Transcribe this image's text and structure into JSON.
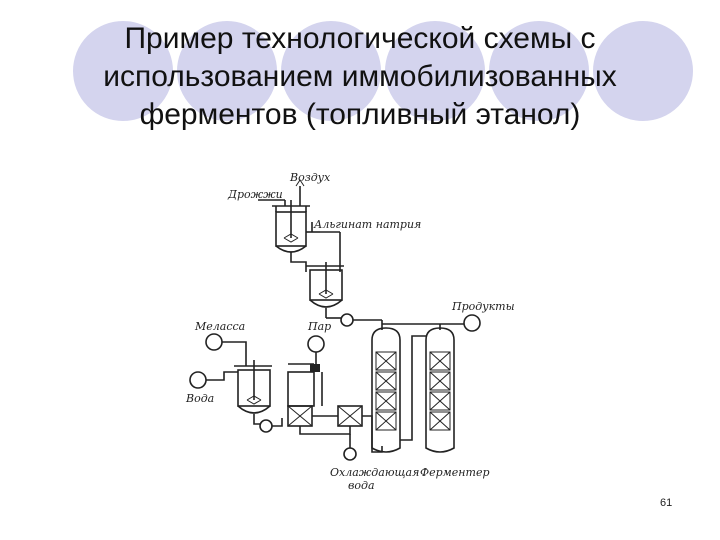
{
  "title": {
    "line1": "Пример технологической схемы с",
    "line2": "использованием иммобилизованных",
    "line3": "ферментов (топливный этанол)"
  },
  "labels": {
    "air": "Воздух",
    "yeast": "Дрожжи",
    "alginate": "Альгинат натрия",
    "products": "Продукты",
    "molasses": "Меласса",
    "steam": "Пар",
    "water": "Вода",
    "cooling_water_1": "Охлаждающая",
    "cooling_water_2": "вода",
    "fermenter": "Ферментер"
  },
  "page_number": "61",
  "colors": {
    "decor_circles": "#d4d4ee",
    "ink": "#222222"
  }
}
